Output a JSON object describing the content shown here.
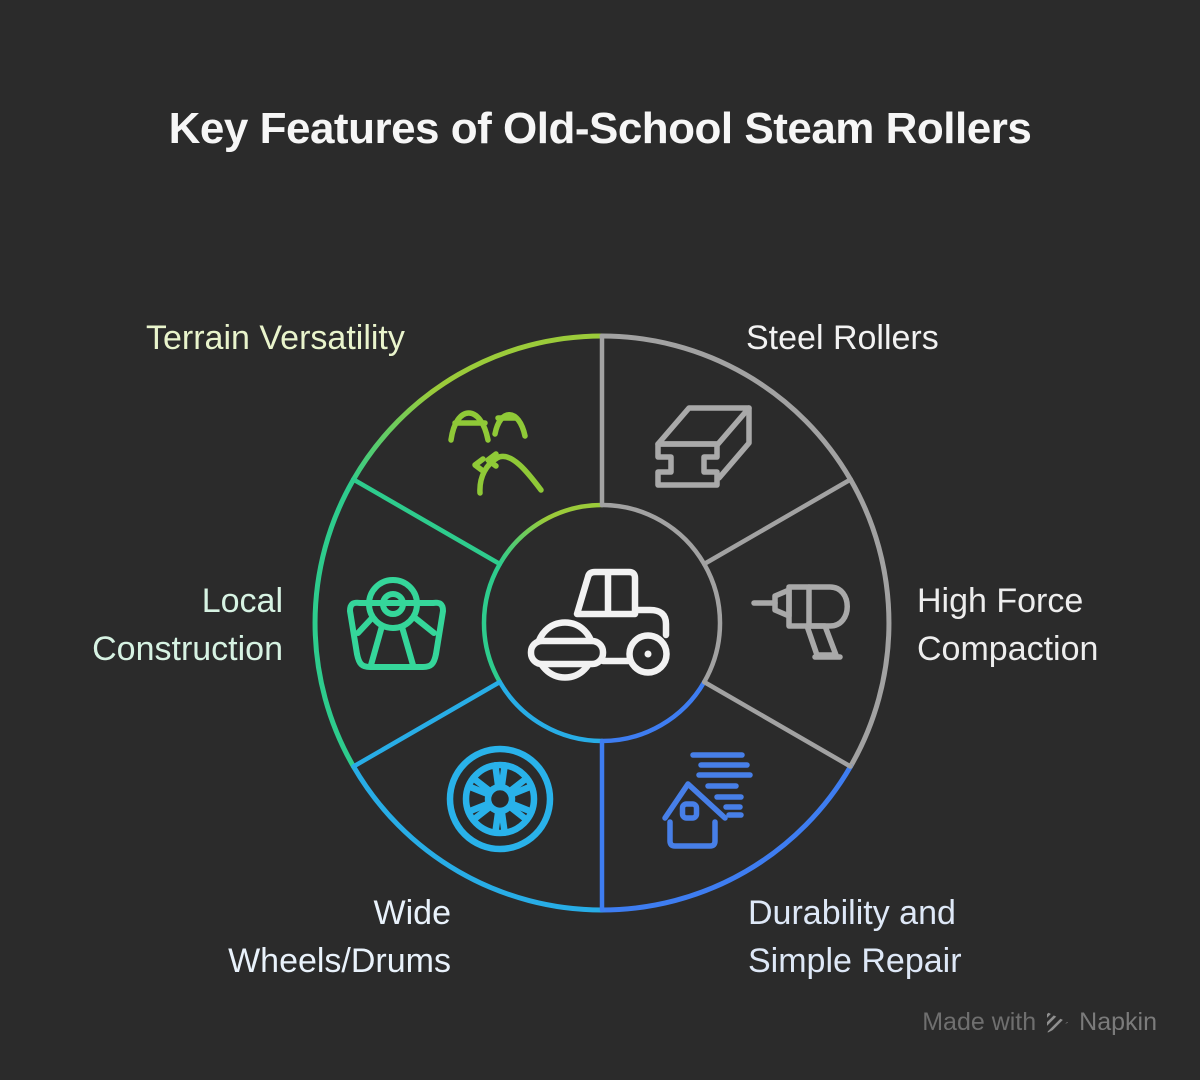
{
  "title": "Key Features of Old-School Steam Rollers",
  "background_color": "#2b2b2b",
  "diagram": {
    "type": "circular-feature-wheel",
    "center_icon": "steam-roller",
    "segments": {
      "terrain": {
        "label": "Terrain Versatility",
        "color": "#9bcb3a",
        "label_color": "#e9f4cc",
        "icon": "mountain-road-icon",
        "position": "top-left"
      },
      "steel": {
        "label": "Steel Rollers",
        "color": "#a2a2a2",
        "label_color": "#f2f2f2",
        "icon": "steel-beam-icon",
        "position": "top-right"
      },
      "high_force": {
        "label": "High Force Compaction",
        "line1": "High Force",
        "line2": "Compaction",
        "color": "#a2a2a2",
        "label_color": "#ededed",
        "icon": "drill-icon",
        "position": "right"
      },
      "durability": {
        "label": "Durability and Simple Repair",
        "line1": "Durability and",
        "line2": "Simple Repair",
        "color": "#3e7df1",
        "label_color": "#dee8f7",
        "icon": "house-wind-icon",
        "position": "bottom-right"
      },
      "wide": {
        "label": "Wide Wheels/Drums",
        "line1": "Wide",
        "line2": "Wheels/Drums",
        "color": "#28ade6",
        "label_color": "#e9f2fb",
        "icon": "wheel-icon",
        "position": "bottom-left"
      },
      "local": {
        "label": "Local Construction",
        "line1": "Local",
        "line2": "Construction",
        "color": "#2ecc8d",
        "label_color": "#d7f3e3",
        "icon": "construction-hopper-icon",
        "position": "left"
      }
    }
  },
  "footer": {
    "made_with": "Made with",
    "brand": "Napkin"
  }
}
